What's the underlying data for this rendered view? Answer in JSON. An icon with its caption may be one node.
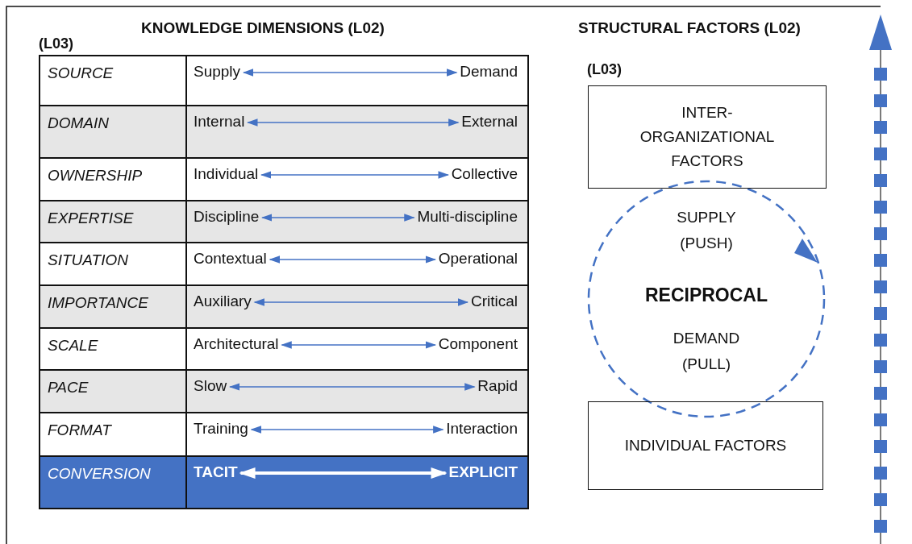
{
  "diagram": {
    "nodes": [
      {
        "text": [
          "Supply"
        ]
      },
      {
        "text": [
          "Demand"
        ]
      },
      {
        "text": [
          "Internal"
        ]
      },
      {
        "text": [
          "External"
        ]
      },
      {
        "text": [
          "Individual"
        ]
      },
      {
        "text": [
          "Collective"
        ]
      },
      {
        "text": [
          "Discipline"
        ]
      },
      {
        "text": [
          "Multi-discipline"
        ]
      },
      {
        "text": [
          "Contextual"
        ]
      },
      {
        "text": [
          "Operational"
        ]
      },
      {
        "text": [
          "Auxiliary"
        ]
      },
      {
        "text": [
          "Critical"
        ]
      },
      {
        "text": [
          "Architectural"
        ]
      },
      {
        "text": [
          "Component"
        ]
      },
      {
        "text": [
          "Slow"
        ]
      },
      {
        "text": [
          "Rapid"
        ]
      },
      {
        "text": [
          "Training"
        ]
      },
      {
        "text": [
          "Interaction"
        ]
      },
      {
        "text": [
          "TACIT"
        ]
      },
      {
        "text": [
          "EXPLICIT"
        ]
      },
      {
        "text": [
          "INTER-ORGANIZATIONAL FACTORS"
        ]
      },
      {
        "text": [
          "SUPPLY (PUSH)",
          "RECIPROCAL",
          "DEMAND (PULL)"
        ]
      },
      {
        "text": [
          "INDIVIDUAL FACTORS"
        ]
      }
    ],
    "edges": [
      {
        "from": 0,
        "to": 1,
        "arrow": "both"
      },
      {
        "from": 2,
        "to": 3,
        "arrow": "both"
      },
      {
        "from": 4,
        "to": 5,
        "arrow": "both"
      },
      {
        "from": 6,
        "to": 7,
        "arrow": "both"
      },
      {
        "from": 8,
        "to": 9,
        "arrow": "both"
      },
      {
        "from": 10,
        "to": 11,
        "arrow": "both"
      },
      {
        "from": 12,
        "to": 13,
        "arrow": "both"
      },
      {
        "from": 14,
        "to": 15,
        "arrow": "both"
      },
      {
        "from": 16,
        "to": 17,
        "arrow": "both"
      },
      {
        "from": 18,
        "to": 19,
        "arrow": "both",
        "style": "thick",
        "color": "#ffffff"
      }
    ],
    "labels": [
      "KNOWLEDGE DIMENSIONS (L02)",
      "(L03)",
      "SOURCE",
      "DOMAIN",
      "OWNERSHIP",
      "EXPERTISE",
      "SITUATION",
      "IMPORTANCE",
      "SCALE",
      "PACE",
      "FORMAT",
      "CONVERSION",
      "STRUCTURAL FACTORS (L02)",
      "(L03)"
    ]
  }
}
